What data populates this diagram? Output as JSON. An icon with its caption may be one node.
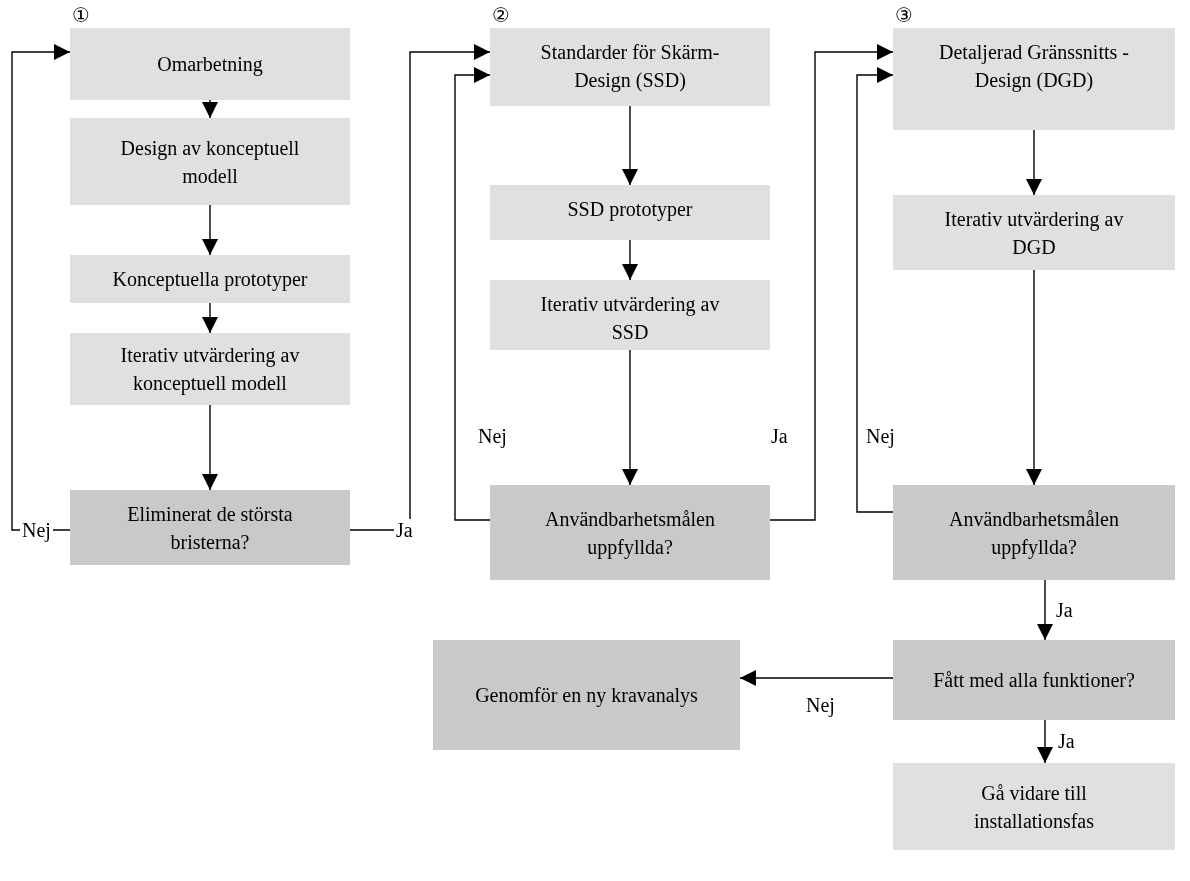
{
  "diagram": {
    "nodes": [
      {
        "text": [
          "Omarbetning"
        ],
        "beside": [
          "①"
        ]
      },
      {
        "text": [
          "Design av konceptuell modell"
        ]
      },
      {
        "text": [
          "Konceptuella prototyper"
        ]
      },
      {
        "text": [
          "Iterativ utvärdering av konceptuell modell"
        ]
      },
      {
        "text": [
          "Eliminerat de största bristerna?"
        ]
      },
      {
        "text": [
          "Standarder för Skärm-Design (SSD)"
        ],
        "beside": [
          "②"
        ]
      },
      {
        "text": [
          "SSD prototyper"
        ]
      },
      {
        "text": [
          "Iterativ utvärdering av SSD"
        ]
      },
      {
        "text": [
          "Användbarhetsmålen uppfyllda?"
        ]
      },
      {
        "text": [
          "Detaljerad Gränssnitts - Design (DGD)"
        ],
        "beside": [
          "③"
        ]
      },
      {
        "text": [
          "Iterativ utvärdering av DGD"
        ]
      },
      {
        "text": [
          "Användbarhetsmålen uppfyllda?"
        ]
      },
      {
        "text": [
          "Fått med alla funktioner?"
        ]
      },
      {
        "text": [
          "Gå vidare till installationsfas"
        ]
      },
      {
        "text": [
          "Genomför en ny kravanalys"
        ]
      }
    ],
    "edges": [
      {
        "from": 0,
        "to": 1,
        "arrow": "to"
      },
      {
        "from": 1,
        "to": 2,
        "arrow": "to"
      },
      {
        "from": 2,
        "to": 3,
        "arrow": "to"
      },
      {
        "from": 3,
        "to": 4,
        "arrow": "to"
      },
      {
        "from": 4,
        "to": 0,
        "arrow": "to",
        "label": "Nej"
      },
      {
        "from": 4,
        "to": 5,
        "arrow": "to",
        "label": "Ja"
      },
      {
        "from": 5,
        "to": 6,
        "arrow": "to"
      },
      {
        "from": 6,
        "to": 7,
        "arrow": "to"
      },
      {
        "from": 7,
        "to": 8,
        "arrow": "to"
      },
      {
        "from": 8,
        "to": 5,
        "arrow": "to",
        "label": "Nej"
      },
      {
        "from": 8,
        "to": 9,
        "arrow": "to",
        "label": "Ja"
      },
      {
        "from": 9,
        "to": 10,
        "arrow": "to"
      },
      {
        "from": 10,
        "to": 11,
        "arrow": "to"
      },
      {
        "from": 11,
        "to": 9,
        "arrow": "to",
        "label": "Nej"
      },
      {
        "from": 11,
        "to": 12,
        "arrow": "to",
        "label": "Ja"
      },
      {
        "from": 12,
        "to": 14,
        "arrow": "to",
        "label": "Nej"
      },
      {
        "from": 12,
        "to": 13,
        "arrow": "to",
        "label": "Ja"
      }
    ]
  }
}
